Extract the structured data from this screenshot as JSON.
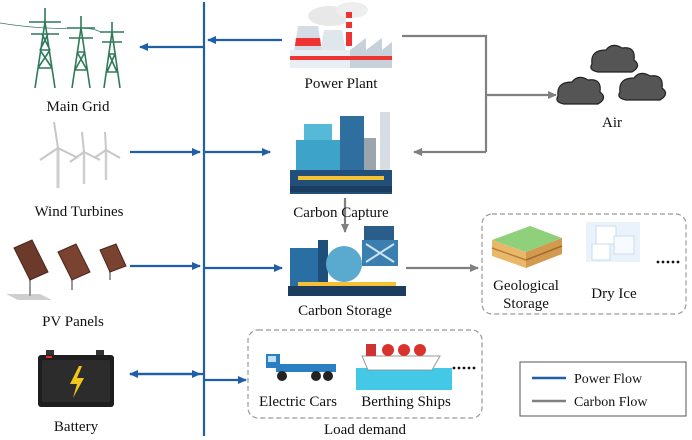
{
  "labels": {
    "main_grid": "Main Grid",
    "wind_turbines": "Wind Turbines",
    "pv_panels": "PV Panels",
    "battery": "Battery",
    "power_plant": "Power Plant",
    "carbon_capture": "Carbon Capture",
    "carbon_storage": "Carbon Storage",
    "air": "Air",
    "geological_storage_line1": "Geological",
    "geological_storage_line2": "Storage",
    "dry_ice": "Dry Ice",
    "electric_cars": "Electric Cars",
    "berthing_ships": "Berthing Ships",
    "load_demand": "Load demand"
  },
  "legend": {
    "power_flow": "Power Flow",
    "carbon_flow": "Carbon Flow"
  },
  "colors": {
    "power_flow": "#1f5fa8",
    "carbon_flow": "#808080"
  }
}
